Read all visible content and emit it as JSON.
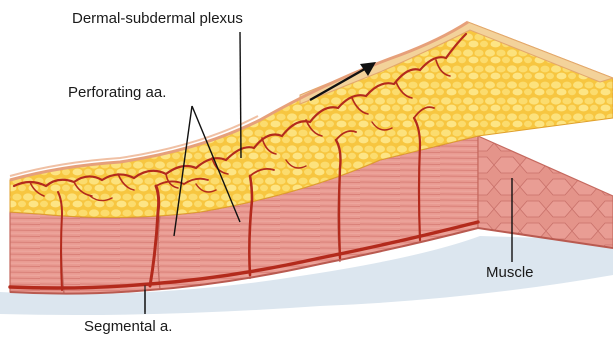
{
  "labels": {
    "dermal_plexus": "Dermal-subdermal plexus",
    "perforating": "Perforating aa.",
    "muscle": "Muscle",
    "segmental": "Segmental a."
  },
  "colors": {
    "fat": "#f6c23c",
    "fat_light": "#fbe07a",
    "muscle": "#e89a90",
    "muscle_dark": "#c86a62",
    "vessel": "#b5291c",
    "skin": "#e9a98a",
    "shadow": "#dfe7ee"
  }
}
